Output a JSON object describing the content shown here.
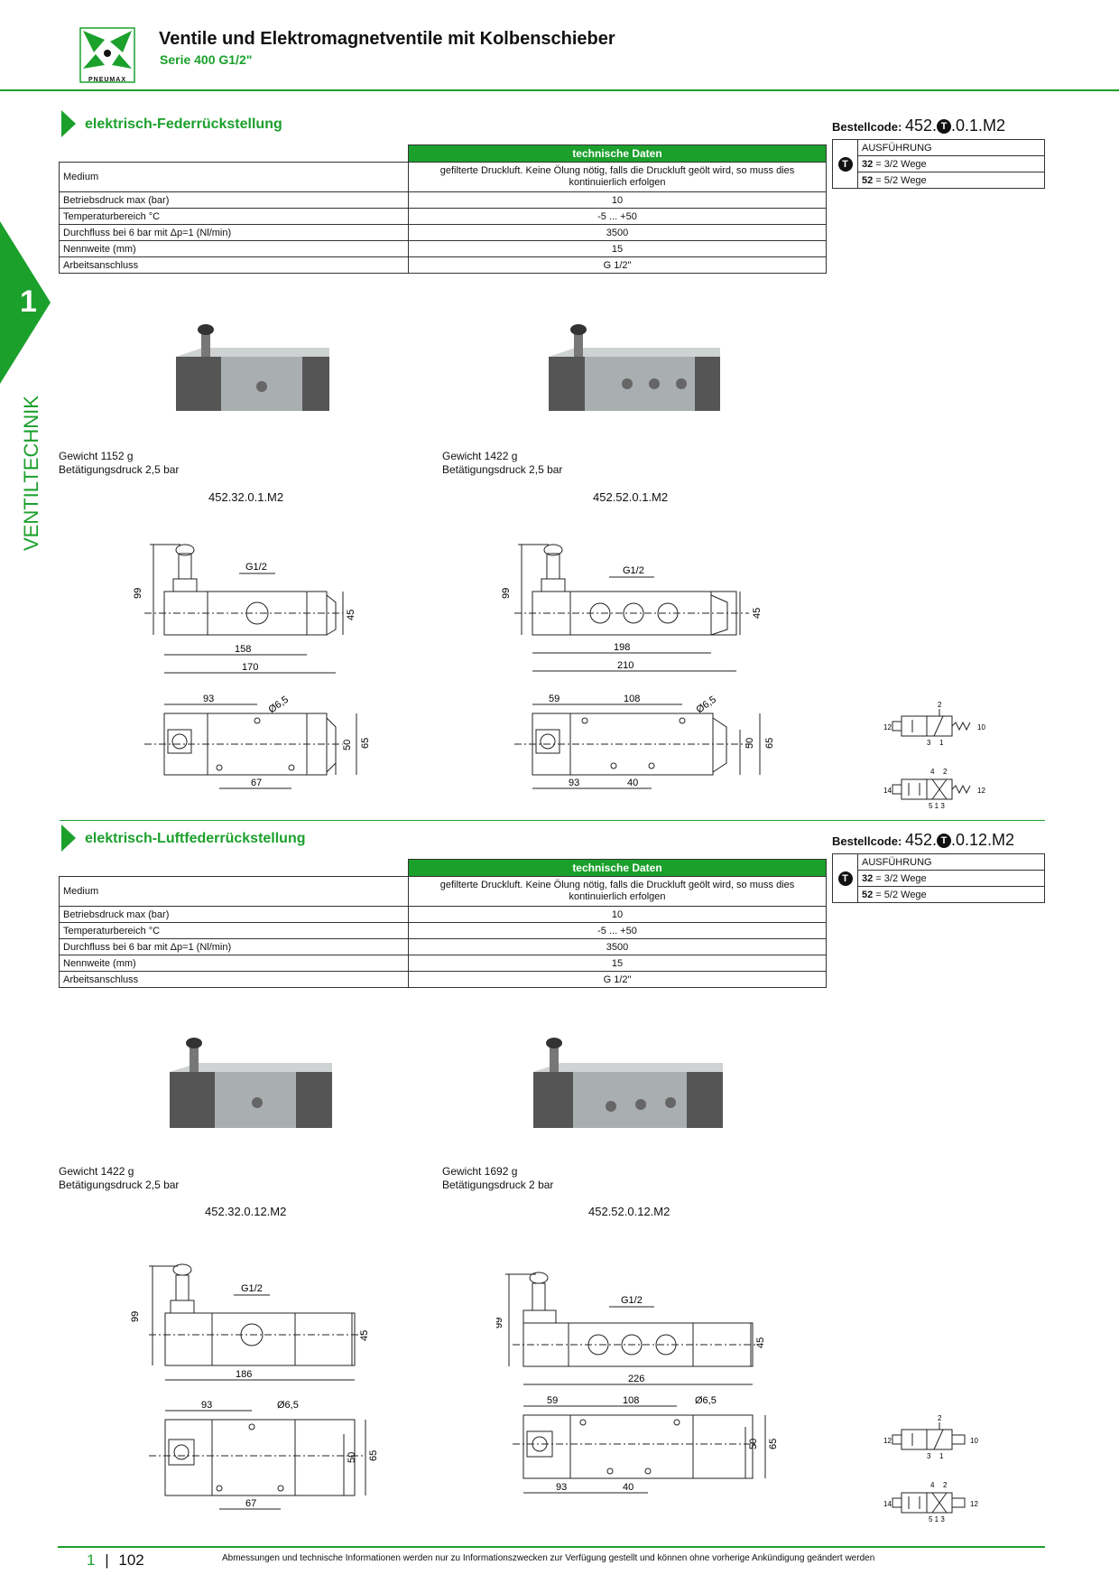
{
  "header": {
    "title": "Ventile und Elektromagnetventile mit Kolbenschieber",
    "subtitle": "Serie 400 G1/2\"",
    "logo_text": "PNEUMAX"
  },
  "sidebar": {
    "number": "1",
    "label": "VENTILTECHNIK"
  },
  "sections": [
    {
      "title": "elektrisch-Federrückstellung",
      "order_label": "Bestellcode:",
      "order_code_prefix": "452.",
      "order_code_badge": "T",
      "order_code_suffix": ".0.1.M2",
      "tech_header": "technische Daten",
      "rows": [
        {
          "label": "Medium",
          "value": "gefilterte Druckluft. Keine Ölung nötig, falls die Druckluft geölt wird, so muss dies kontinuierlich erfolgen"
        },
        {
          "label": "Betriebsdruck max (bar)",
          "value": "10"
        },
        {
          "label": "Temperaturbereich °C",
          "value": "-5 ... +50"
        },
        {
          "label": "Durchfluss bei 6 bar mit Δp=1 (Nl/min)",
          "value": "3500"
        },
        {
          "label": "Nennweite (mm)",
          "value": "15"
        },
        {
          "label": "Arbeitsanschluss",
          "value": "G 1/2\""
        }
      ],
      "ausfuehrung": {
        "header": "AUSFÜHRUNG",
        "badge": "T",
        "options": [
          {
            "code": "32",
            "text": " = 3/2 Wege"
          },
          {
            "code": "52",
            "text": " = 5/2 Wege"
          }
        ]
      },
      "products": [
        {
          "weight": "Gewicht 1152 g",
          "pressure": "Betätigungsdruck 2,5 bar",
          "model": "452.32.0.1.M2"
        },
        {
          "weight": "Gewicht 1422 g",
          "pressure": "Betätigungsdruck 2,5 bar",
          "model": "452.52.0.1.M2"
        }
      ],
      "dims": {
        "a": {
          "h": "99",
          "port": "G1/2",
          "w1": "158",
          "w2": "170",
          "side": "45",
          "d1": "93",
          "hole": "Ø6,5",
          "b": "50",
          "c": "65",
          "e": "67"
        },
        "b": {
          "h": "99",
          "port": "G1/2",
          "w1": "198",
          "w2": "210",
          "side": "45",
          "d1": "59",
          "d2": "108",
          "hole": "Ø6,5",
          "b": "50",
          "c": "65",
          "e": "93",
          "f": "40"
        }
      },
      "symbols": {
        "s32": {
          "l": "12",
          "r": "10",
          "t": "2",
          "b1": "3",
          "b2": "1"
        },
        "s52": {
          "l": "14",
          "r": "12",
          "t1": "4",
          "t2": "2",
          "b": "5 1 3"
        }
      }
    },
    {
      "title": "elektrisch-Luftfederrückstellung",
      "order_label": "Bestellcode:",
      "order_code_prefix": "452.",
      "order_code_badge": "T",
      "order_code_suffix": ".0.12.M2",
      "tech_header": "technische Daten",
      "rows": [
        {
          "label": "Medium",
          "value": "gefilterte Druckluft. Keine Ölung nötig, falls die Druckluft geölt wird, so muss dies kontinuierlich erfolgen"
        },
        {
          "label": "Betriebsdruck max (bar)",
          "value": "10"
        },
        {
          "label": "Temperaturbereich °C",
          "value": "-5 ... +50"
        },
        {
          "label": "Durchfluss bei 6 bar mit Δp=1 (Nl/min)",
          "value": "3500"
        },
        {
          "label": "Nennweite (mm)",
          "value": "15"
        },
        {
          "label": "Arbeitsanschluss",
          "value": "G 1/2\""
        }
      ],
      "ausfuehrung": {
        "header": "AUSFÜHRUNG",
        "badge": "T",
        "options": [
          {
            "code": "32",
            "text": " = 3/2 Wege"
          },
          {
            "code": "52",
            "text": " = 5/2 Wege"
          }
        ]
      },
      "products": [
        {
          "weight": "Gewicht 1422 g",
          "pressure": "Betätigungsdruck 2,5 bar",
          "model": "452.32.0.12.M2"
        },
        {
          "weight": "Gewicht 1692 g",
          "pressure": "Betätigungsdruck 2 bar",
          "model": "452.52.0.12.M2"
        }
      ],
      "dims": {
        "a": {
          "h": "99",
          "port": "G1/2",
          "w1": "186",
          "side": "45",
          "d1": "93",
          "hole": "Ø6,5",
          "b": "50",
          "c": "65",
          "e": "67"
        },
        "b": {
          "h": "99",
          "port": "G1/2",
          "w1": "226",
          "side": "45",
          "d1": "59",
          "d2": "108",
          "hole": "Ø6,5",
          "b": "50",
          "c": "65",
          "e": "93",
          "f": "40"
        }
      },
      "symbols": {
        "s32": {
          "l": "12",
          "r": "10",
          "t": "2",
          "b1": "3",
          "b2": "1"
        },
        "s52": {
          "l": "14",
          "r": "12",
          "t1": "4",
          "t2": "2",
          "b": "5 1 3"
        }
      }
    }
  ],
  "footer": {
    "chapter": "1",
    "page": "102",
    "note": "Abmessungen und technische Informationen werden nur zu Informationszwecken zur Verfügung gestellt und können ohne vorherige Ankündigung geändert werden"
  }
}
